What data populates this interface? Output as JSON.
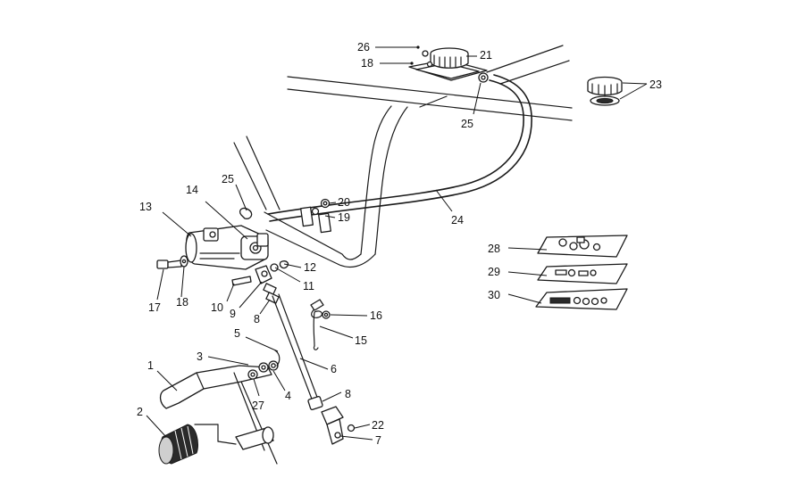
{
  "callouts": [
    {
      "id": "c1",
      "label": "1"
    },
    {
      "id": "c2",
      "label": "2"
    },
    {
      "id": "c3",
      "label": "3"
    },
    {
      "id": "c4",
      "label": "4"
    },
    {
      "id": "c5",
      "label": "5"
    },
    {
      "id": "c6",
      "label": "6"
    },
    {
      "id": "c7",
      "label": "7"
    },
    {
      "id": "c8a",
      "label": "8"
    },
    {
      "id": "c8b",
      "label": "8"
    },
    {
      "id": "c9",
      "label": "9"
    },
    {
      "id": "c10",
      "label": "10"
    },
    {
      "id": "c11",
      "label": "11"
    },
    {
      "id": "c12",
      "label": "12"
    },
    {
      "id": "c13",
      "label": "13"
    },
    {
      "id": "c14",
      "label": "14"
    },
    {
      "id": "c15",
      "label": "15"
    },
    {
      "id": "c16",
      "label": "16"
    },
    {
      "id": "c17",
      "label": "17"
    },
    {
      "id": "c18a",
      "label": "18"
    },
    {
      "id": "c18b",
      "label": "18"
    },
    {
      "id": "c19",
      "label": "19"
    },
    {
      "id": "c20",
      "label": "20"
    },
    {
      "id": "c21",
      "label": "21"
    },
    {
      "id": "c22",
      "label": "22"
    },
    {
      "id": "c23",
      "label": "23"
    },
    {
      "id": "c24",
      "label": "24"
    },
    {
      "id": "c25a",
      "label": "25"
    },
    {
      "id": "c25b",
      "label": "25"
    },
    {
      "id": "c26",
      "label": "26"
    },
    {
      "id": "c27",
      "label": "27"
    },
    {
      "id": "c28",
      "label": "28"
    },
    {
      "id": "c29",
      "label": "29"
    },
    {
      "id": "c30",
      "label": "30"
    }
  ]
}
